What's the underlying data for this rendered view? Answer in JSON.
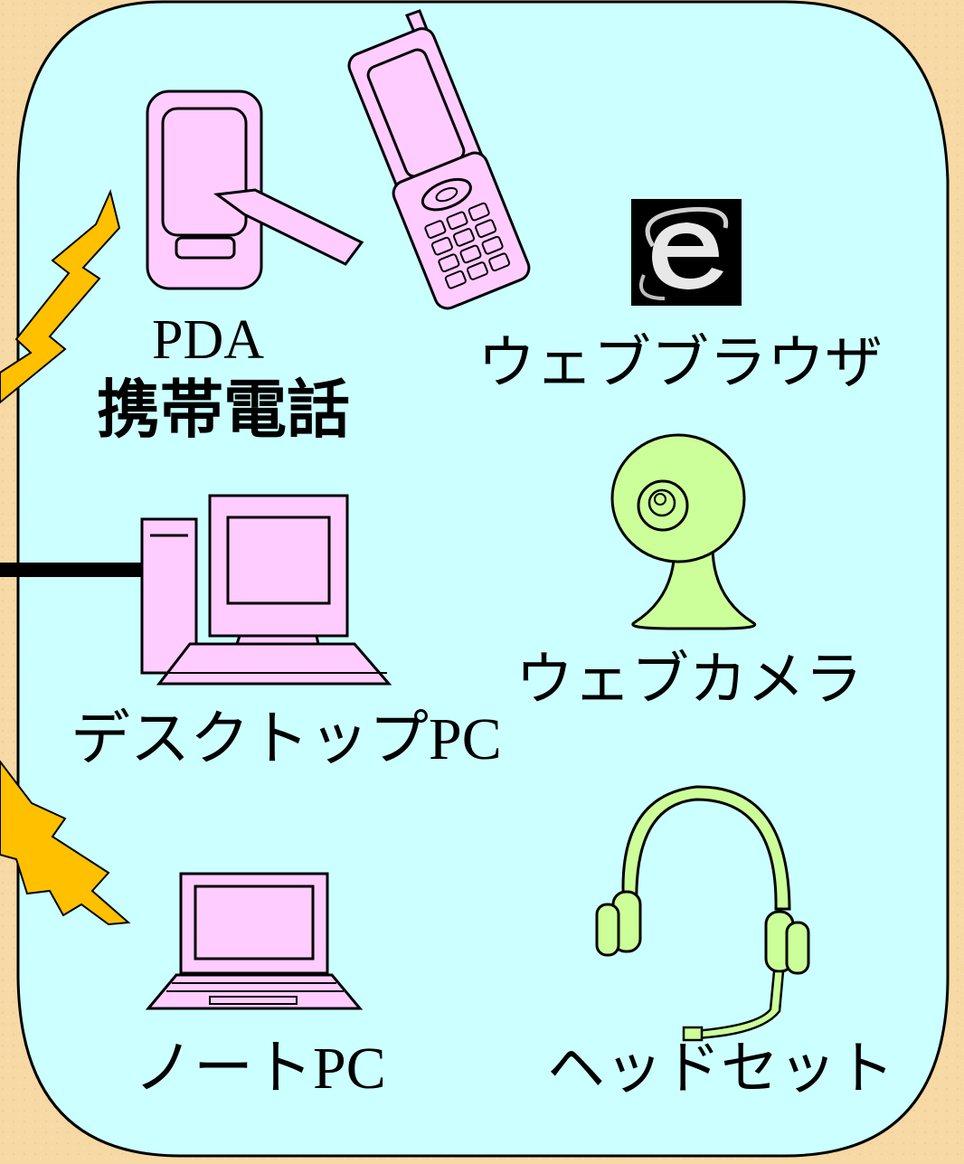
{
  "colors": {
    "background": "#f6d9a4",
    "panel_fill": "#ccffff",
    "device_fill": "#ffccff",
    "peripheral_fill": "#ccff99",
    "lightning_fill": "#ffc000"
  },
  "devices": {
    "pda_label": "PDA",
    "mobile_label": "携帯電話",
    "desktop_label_ja": "デスクトップ",
    "desktop_label_pc": "PC",
    "notebook_label_ja": "ノート",
    "notebook_label_pc": "PC"
  },
  "peripherals": {
    "browser_label": "ウェブブラウザ",
    "browser_icon": "internet-explorer-icon",
    "webcam_label": "ウェブカメラ",
    "headset_label": "ヘッドセット"
  }
}
